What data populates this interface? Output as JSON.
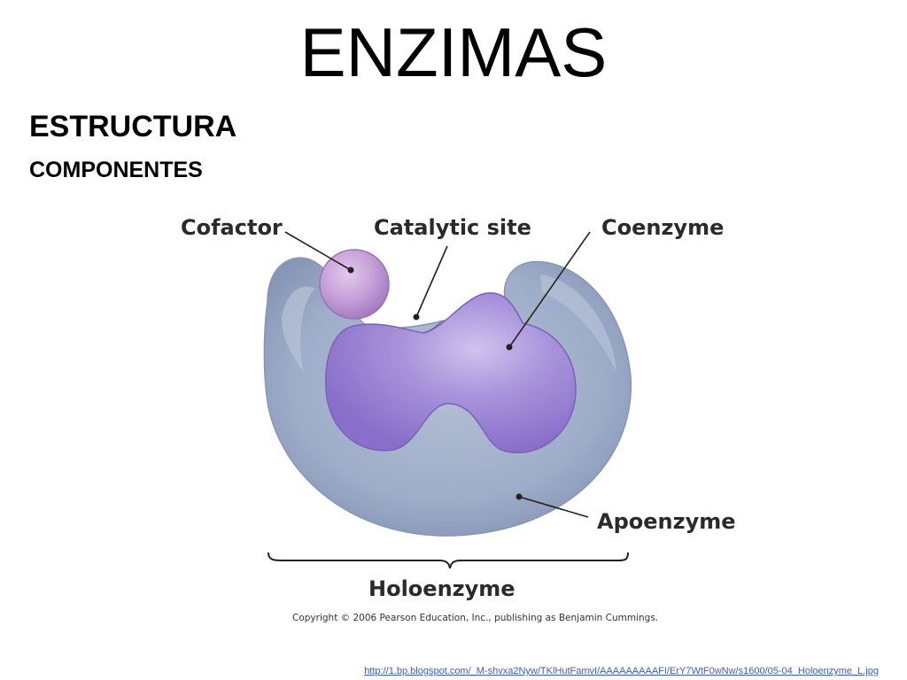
{
  "slide": {
    "title": "ENZIMAS",
    "heading": "ESTRUCTURA",
    "subheading": "COMPONENTES"
  },
  "diagram": {
    "labels": {
      "cofactor": "Cofactor",
      "catalytic_site": "Catalytic site",
      "coenzyme": "Coenzyme",
      "apoenzyme": "Apoenzyme",
      "holoenzyme": "Holoenzyme"
    },
    "copyright": "Copyright © 2006 Pearson Education, Inc., publishing as Benjamin Cummings."
  },
  "source": {
    "url_text": "http://1.bp.blogspot.com/_M-shvxa2Nyw/TKlHutFamvI/AAAAAAAAAFI/ErY7WtF0wNw/s1600/05-04_Holoenzyme_L.jpg"
  },
  "colors": {
    "apoenzyme": "#a3b1cb",
    "coenzyme": "#a993d8",
    "cofactor": "#c59fd6",
    "link": "#3b5bd6"
  }
}
